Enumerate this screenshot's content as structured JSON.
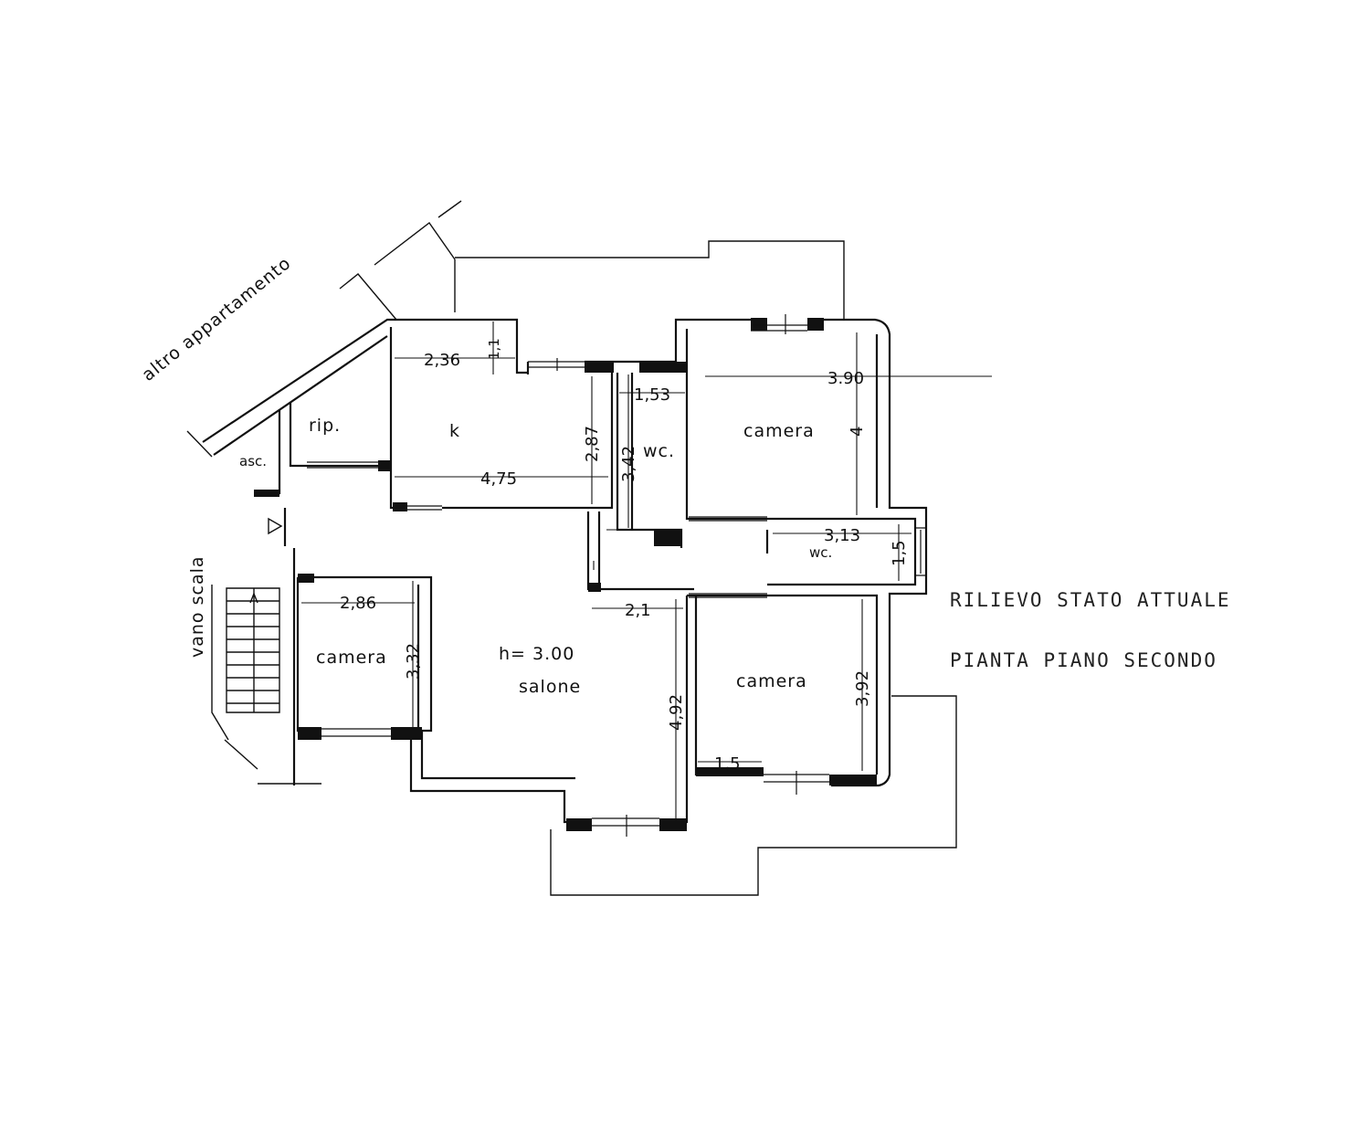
{
  "title": {
    "line1": "RILIEVO STATO ATTUALE",
    "line2": "PIANTA PIANO SECONDO"
  },
  "labels": {
    "other_apartment": "altro appartamento",
    "stairwell": "vano scala",
    "elevator": "asc.",
    "storage": "rip.",
    "kitchen": "k",
    "wc_top": "wc.",
    "wc_mid": "wc.",
    "room_top_right": "camera",
    "room_left": "camera",
    "room_bottom_right": "camera",
    "living": "salone",
    "height": "h= 3.00"
  },
  "dimensions": {
    "kitchen_width_top": "2,36",
    "kitchen_small": "1,1",
    "kitchen_width_bottom": "4,75",
    "kitchen_depth": "2,87",
    "wc_top_width": "1,53",
    "wc_top_depth": "3,42",
    "room_tr_width": "3.90",
    "room_tr_depth": "4",
    "wc_mid_width": "3,13",
    "wc_mid_depth": "1,5",
    "room_left_width": "2,86",
    "room_left_depth": "3,32",
    "living_width": "2,1",
    "living_depth": "4,92",
    "room_br_depth": "3,92",
    "room_br_width": "1,5"
  }
}
